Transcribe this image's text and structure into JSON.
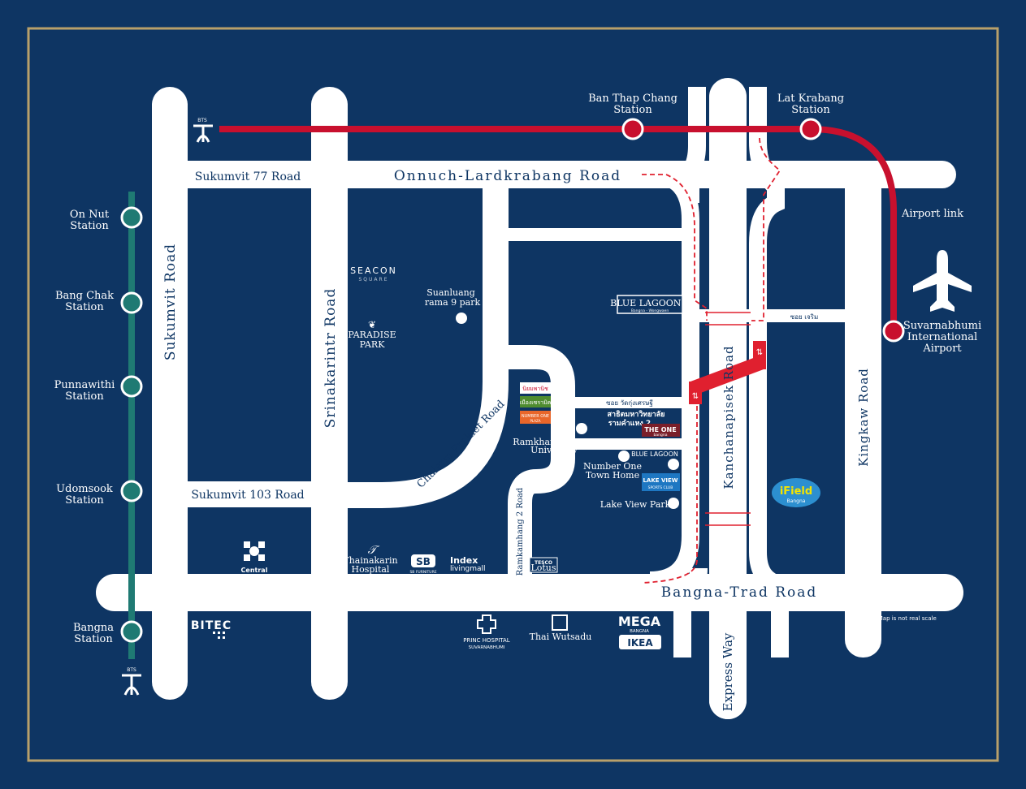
{
  "colors": {
    "background": "#0e3563",
    "border": "#b8a06a",
    "road": "#ffffff",
    "airport_link": "#c8102e",
    "bts_line": "#1f7a73",
    "dashed_route": "#e0202f"
  },
  "roads": {
    "onnuch": "Onnuch-Lardkrabang Road",
    "sukumvit77": "Sukumvit 77 Road",
    "sukumvit": "Sukumvit Road",
    "srinakarintr": "Srinakarintr Road",
    "chalerm": "Chalerm Prakiet Road",
    "sukumvit103": "Sukumvit 103 Road",
    "kanchanapisek": "Kanchanapisek Road",
    "kingkaw": "Kingkaw Road",
    "bangna_trad": "Bangna-Trad Road",
    "express_way": "Express Way",
    "ramkamhang2": "Ramkamhang 2 Road",
    "soi_wat": "ซอย วัดกุ่งเศรษฐี",
    "soi_jerm": "ซอย เจริม"
  },
  "stations": {
    "bts_left": [
      "On Nut Station",
      "Bang Chak Station",
      "Punnawithi Station",
      "Udomsook Station",
      "Bangna Station"
    ],
    "ban_thap_chang": [
      "Ban Thap Chang",
      "Station"
    ],
    "lat_krabang": [
      "Lat Krabang",
      "Station"
    ],
    "airport": [
      "Suvarnabhumi",
      "International",
      "Airport"
    ],
    "airport_link": "Airport link",
    "bts_logo_text": "BTS"
  },
  "places": {
    "seacon": "SEACON",
    "seacon_sub": "SQUARE",
    "paradise": [
      "PARADISE",
      "PARK"
    ],
    "suanluang": [
      "Suanluang",
      "rama 9 park"
    ],
    "blue_lagoon2": "BLUE LAGOON 2",
    "blue_lagoon2_sub": "Bangna - Wongwaen",
    "university_thai": [
      "สาธิตมหาวิทยาลัย",
      "รามคำแหง 2"
    ],
    "the_one": "THE ONE",
    "the_one_sub": "bangna",
    "ramkhamhaeng2": [
      "Ramkhamhaeng2",
      "University"
    ],
    "blue_lagoon": "BLUE LAGOON",
    "number_one_town": [
      "Number One",
      "Town Home"
    ],
    "lake_view_club": [
      "LAKE VIEW",
      "SPORTS CLUB"
    ],
    "lake_view_park": "Lake View Park",
    "ifield": "iField",
    "ifield_sub": "Bangna",
    "central": "Central",
    "thainakarin": [
      "Thainakarin",
      "Hospital"
    ],
    "sb": "SB",
    "sb_sub": "SB FURNITURE",
    "index": "Index",
    "index_sub": "livingmall",
    "tesco": "TESCO",
    "tesco_sub": "Lotus",
    "bitec": "BITEC",
    "princ": [
      "PRINC HOSPITAL",
      "SUVARNABHUMI"
    ],
    "thai_wutsadu": "Thai Wutsadu",
    "mega": "MEGA",
    "mega_sub": "BANGNA",
    "ikea": "IKEA",
    "number_one_plaza": "NUMBER ONE",
    "number_one_plaza_sub": "PLAZA",
    "thai_shop1": "นิยมพานิช",
    "thai_shop2": "เมืองเซรามิค"
  },
  "note": "*Map is not real scale"
}
